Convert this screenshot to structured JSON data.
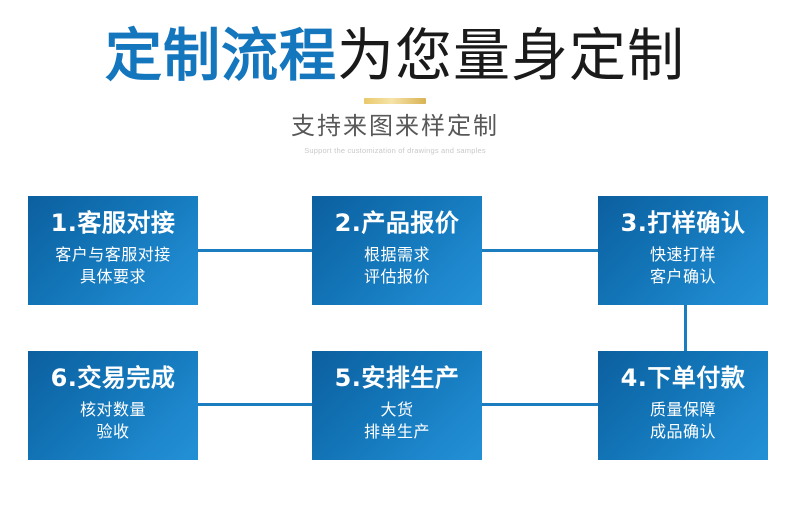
{
  "header": {
    "title_accent": "定制流程",
    "title_plain": "为您量身定制",
    "subtitle_cn": "支持来图来样定制",
    "subtitle_en": "Support the customization of drawings and samples",
    "accent_color": "#1476bd",
    "rule_color": "#e8c96b"
  },
  "flow": {
    "node_color_from": "#0c5f9f",
    "node_color_to": "#2390d6",
    "connector_color": "#1b7cc0",
    "nodes": [
      {
        "id": "step-1",
        "title": "1.客服对接",
        "lines": [
          "客户与客服对接",
          "具体要求"
        ]
      },
      {
        "id": "step-2",
        "title": "2.产品报价",
        "lines": [
          "根据需求",
          "评估报价"
        ]
      },
      {
        "id": "step-3",
        "title": "3.打样确认",
        "lines": [
          "快速打样",
          "客户确认"
        ]
      },
      {
        "id": "step-4",
        "title": "4.下单付款",
        "lines": [
          "质量保障",
          "成品确认"
        ]
      },
      {
        "id": "step-5",
        "title": "5.安排生产",
        "lines": [
          "大货",
          "排单生产"
        ]
      },
      {
        "id": "step-6",
        "title": "6.交易完成",
        "lines": [
          "核对数量",
          "验收"
        ]
      }
    ]
  }
}
